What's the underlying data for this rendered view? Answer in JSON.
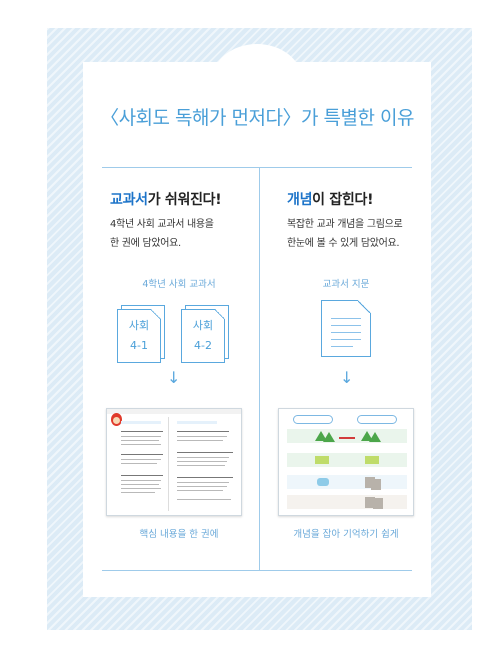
{
  "headline": "〈사회도 독해가 먼저다〉가 특별한 이유",
  "left": {
    "title_accent": "교과서",
    "title_rest": "가 쉬워진다!",
    "desc_line1": "4학년 사회 교과서 내용을",
    "desc_line2": "한 권에 담았어요.",
    "icon_caption": "4학년 사회 교과서",
    "books": [
      {
        "name": "사회",
        "num": "4-1"
      },
      {
        "name": "사회",
        "num": "4-2"
      }
    ],
    "bottom_caption": "핵심 내용을 한 권에"
  },
  "right": {
    "title_accent": "개념",
    "title_rest": "이 잡힌다!",
    "desc_line1": "복잡한 교과 개념을 그림으로",
    "desc_line2": "한눈에 볼 수 있게 담았어요.",
    "icon_caption": "교과서 지문",
    "bottom_caption": "개념을 잡아 기억하기 쉽게"
  },
  "colors": {
    "accent_blue": "#1d74c9",
    "light_blue": "#4a9fd8",
    "frame_bg": "#dcebf6"
  },
  "icons": {
    "arrow": "↓",
    "book": "book-icon",
    "document": "document-icon"
  }
}
